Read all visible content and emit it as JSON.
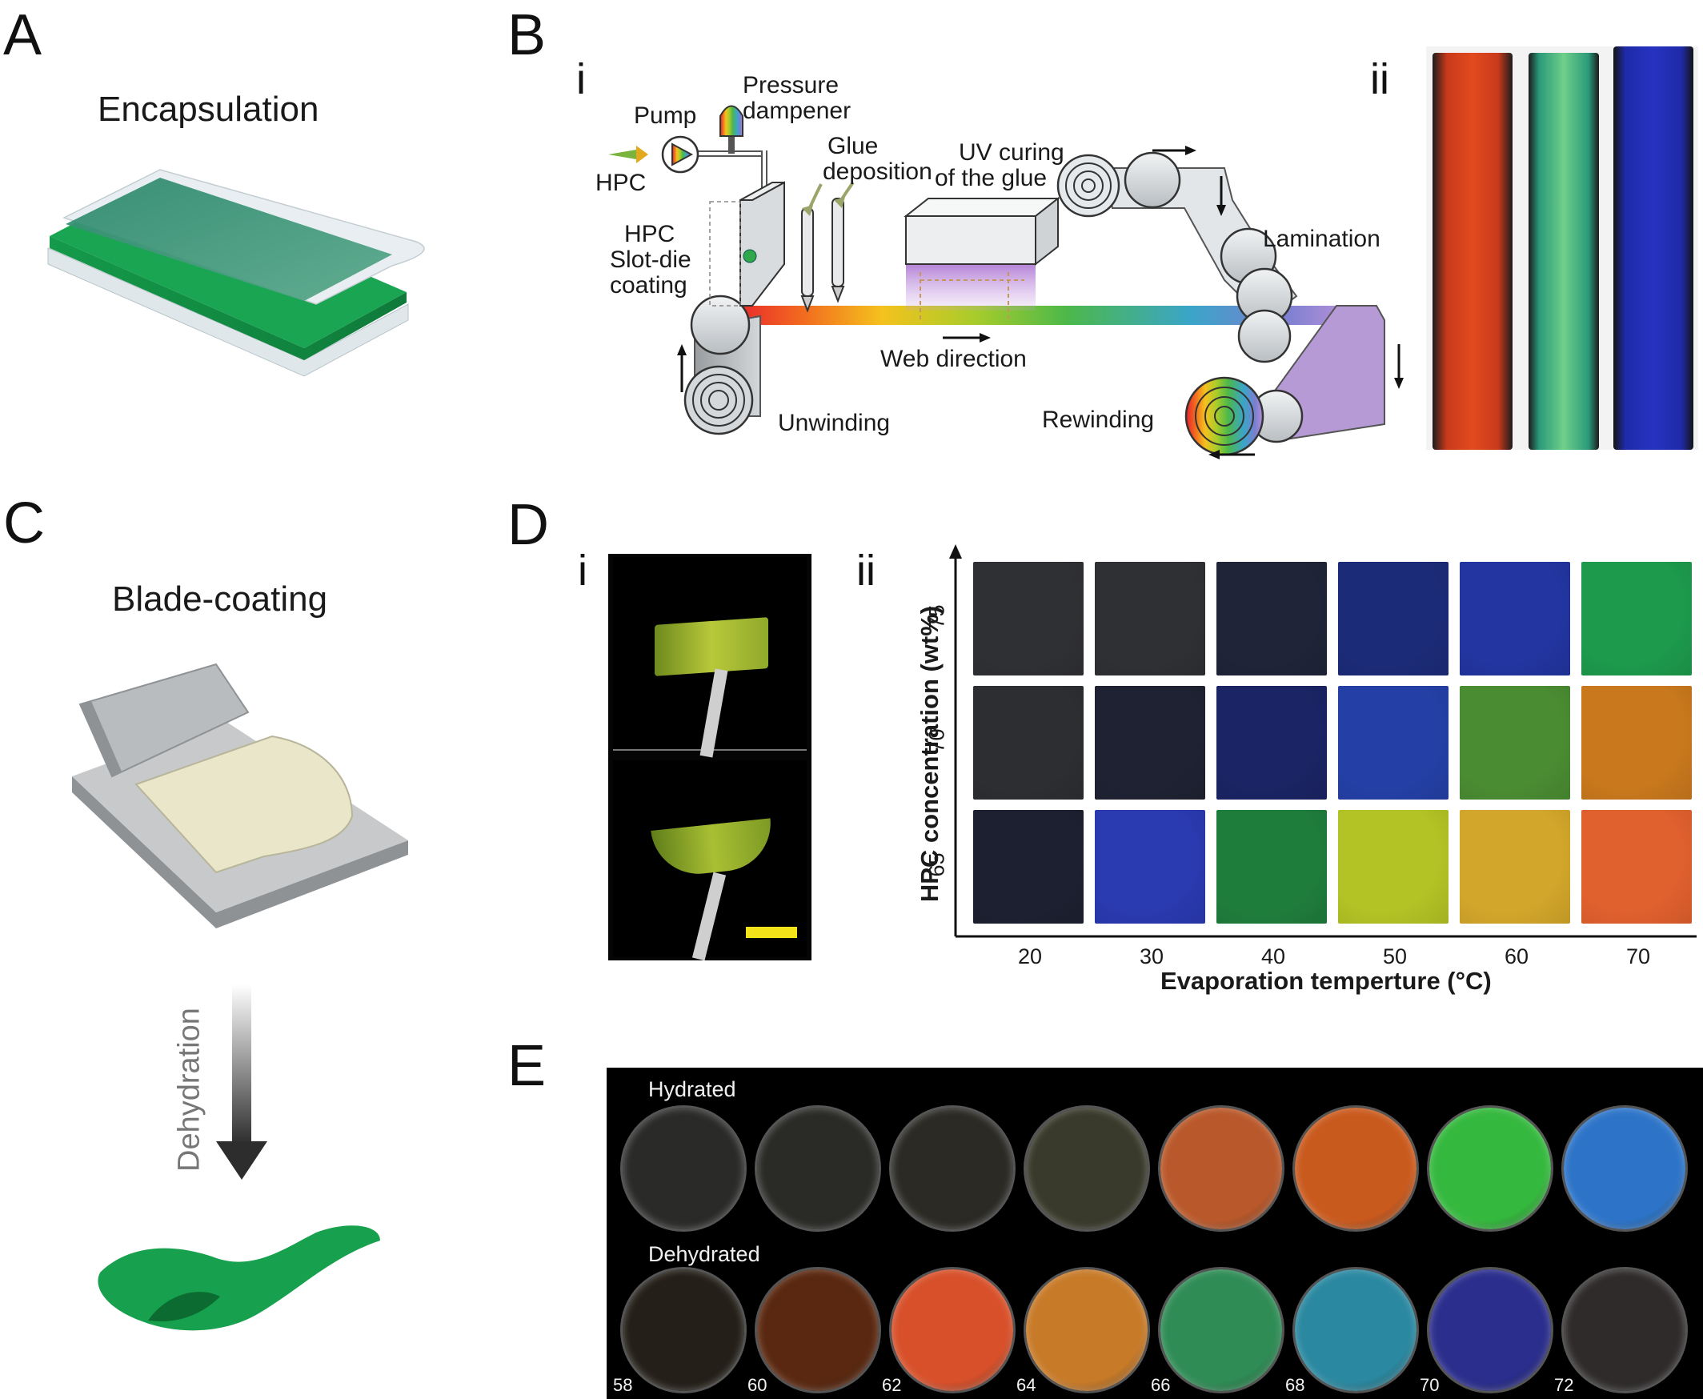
{
  "panels": {
    "A": {
      "letter": "A",
      "title": "Encapsulation"
    },
    "B": {
      "letter": "B",
      "sub_i": "i",
      "sub_ii": "ii",
      "labels": {
        "pump": "Pump",
        "pressure": "Pressure",
        "dampener": "dampener",
        "hpc_in": "HPC",
        "glue1": "Glue",
        "glue2": "deposition",
        "uv1": "UV curing",
        "uv2": "of the  glue",
        "slot1": "HPC",
        "slot2": "Slot-die",
        "slot3": "coating",
        "lamination": "Lamination",
        "web": "Web direction",
        "unwinding": "Unwinding",
        "rewinding": "Rewinding"
      }
    },
    "C": {
      "letter": "C",
      "title": "Blade-coating",
      "arrow_label": "Dehydration"
    },
    "D": {
      "letter": "D",
      "sub_i": "i",
      "sub_ii": "ii",
      "ylabel": "HPC concentration (wt%)",
      "xlabel": "Evaporation temperture (°C)",
      "y_ticks": [
        "75",
        "70",
        "65"
      ],
      "x_ticks": [
        "20",
        "30",
        "40",
        "50",
        "60",
        "70"
      ],
      "grid_colors": [
        [
          "#2f3033",
          "#2e3034",
          "#1f2438",
          "#1c2b78",
          "#2235a0",
          "#1d9a4c"
        ],
        [
          "#2c2e31",
          "#1e2232",
          "#1b2464",
          "#2440a6",
          "#4a8c32",
          "#c9781d"
        ],
        [
          "#1d2030",
          "#2a3ab0",
          "#1f7d3c",
          "#b3c224",
          "#d2a62a",
          "#e0602e"
        ]
      ]
    },
    "E": {
      "letter": "E",
      "hydrated": "Hydrated",
      "dehydrated": "Dehydrated",
      "well_numbers": [
        "58",
        "60",
        "62",
        "64",
        "66",
        "68",
        "70",
        "72"
      ],
      "hydrated_colors": [
        "#2a2b28",
        "#2a2a27",
        "#2b2a25",
        "#3a3a2c",
        "#b9582a",
        "#c95a1e",
        "#35b83e",
        "#2d74c8"
      ],
      "dehydrated_colors": [
        "#241f18",
        "#5a2810",
        "#d7502a",
        "#c77a28",
        "#2f8c55",
        "#2a88a0",
        "#2b2e8c",
        "#2e2b2a"
      ]
    }
  }
}
